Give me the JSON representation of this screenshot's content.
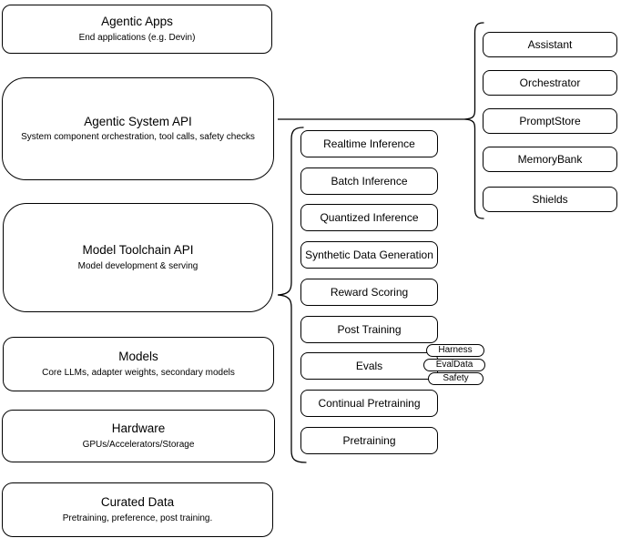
{
  "diagram": {
    "colors": {
      "background": "#ffffff",
      "stroke": "#000000",
      "text": "#000000"
    },
    "left_stack": [
      {
        "title": "Agentic Apps",
        "subtitle": "End applications (e.g. Devin)"
      },
      {
        "title": "Agentic System API",
        "subtitle": "System component orchestration, tool calls, safety checks"
      },
      {
        "title": "Model Toolchain API",
        "subtitle": "Model development & serving"
      },
      {
        "title": "Models",
        "subtitle": "Core LLMs, adapter weights, secondary models"
      },
      {
        "title": "Hardware",
        "subtitle": "GPUs/Accelerators/Storage"
      },
      {
        "title": "Curated Data",
        "subtitle": "Pretraining, preference, post training."
      }
    ],
    "toolchain_nodes": [
      {
        "label": "Realtime Inference"
      },
      {
        "label": "Batch Inference"
      },
      {
        "label": "Quantized Inference"
      },
      {
        "label": "Synthetic Data Generation"
      },
      {
        "label": "Reward Scoring"
      },
      {
        "label": "Post Training"
      },
      {
        "label": "Evals"
      },
      {
        "label": "Continual Pretraining"
      },
      {
        "label": "Pretraining"
      }
    ],
    "system_nodes": [
      {
        "label": "Assistant"
      },
      {
        "label": "Orchestrator"
      },
      {
        "label": "PromptStore"
      },
      {
        "label": "MemoryBank"
      },
      {
        "label": "Shields"
      }
    ],
    "eval_tags": [
      {
        "label": "Harness"
      },
      {
        "label": "EvalData"
      },
      {
        "label": "Safety"
      }
    ]
  }
}
